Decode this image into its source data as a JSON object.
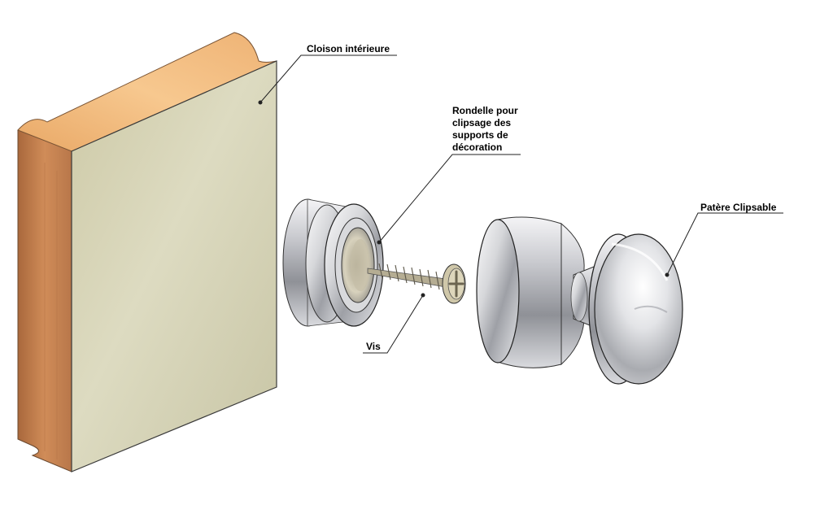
{
  "labels": {
    "cloison": "Cloison intérieure",
    "rondelle": [
      "Rondelle pour",
      "clipsage des",
      "supports de",
      "décoration"
    ],
    "vis": "Vis",
    "patere": "Patère Clipsable"
  },
  "colors": {
    "wood_top": "#f2b676",
    "wood_side": "#c98452",
    "panel_face": "#d3d0b0",
    "metal_light": "#f0f0f2",
    "metal_dark": "#8a8c92",
    "leader_line": "#222222"
  }
}
